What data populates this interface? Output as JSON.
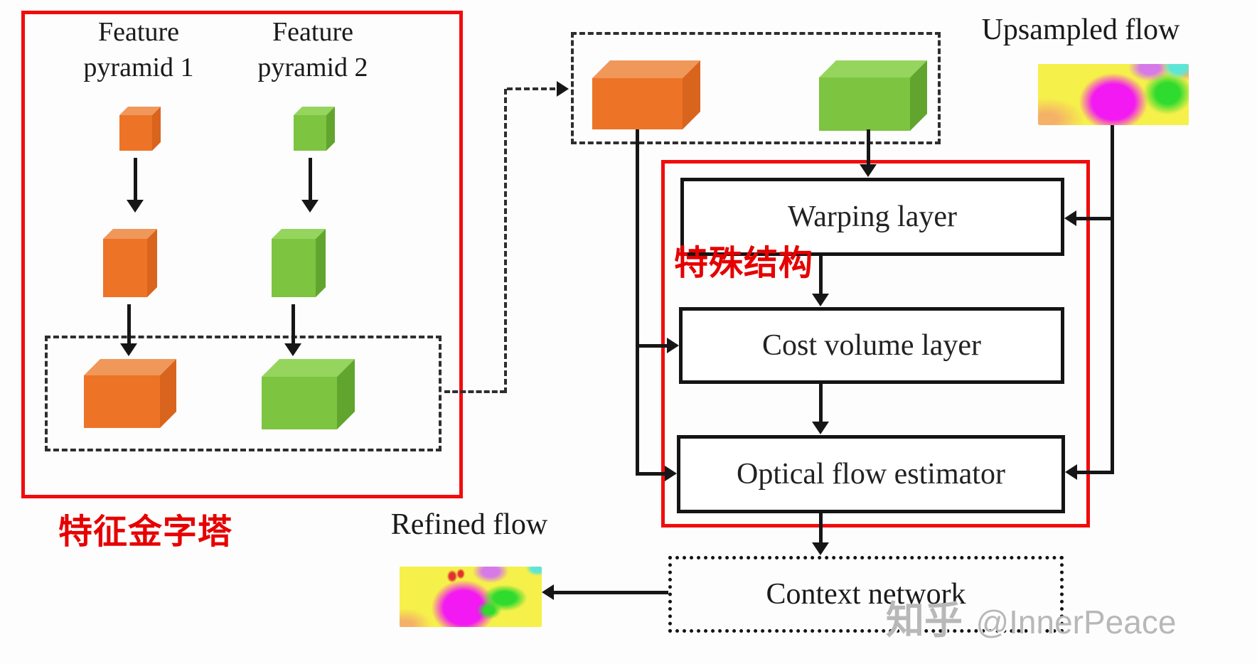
{
  "colors": {
    "red_box": "#f10c0c",
    "red_text": "#e60000",
    "line": "#161616",
    "orange_front": "#ed7327",
    "orange_top": "#f0975a",
    "orange_side": "#d9641e",
    "green_front": "#7dc440",
    "green_top": "#95d55e",
    "green_side": "#61a52f",
    "watermark": "#b8b8b8",
    "flow_yellow": "#f6f04a",
    "flow_magenta": "#f219f2",
    "flow_green": "#2edb2e",
    "flow_cyan": "#5fe5d5",
    "flow_purple": "#d67ae8",
    "flow_orange": "#f5b168",
    "flow_red": "#e23030"
  },
  "left_panel": {
    "pyramid1": {
      "line1": "Feature",
      "line2": "pyramid 1"
    },
    "pyramid2": {
      "line1": "Feature",
      "line2": "pyramid 2"
    },
    "caption": "特征金字塔"
  },
  "flow_labels": {
    "upsampled": "Upsampled flow",
    "refined": "Refined flow"
  },
  "blocks": {
    "warping": "Warping layer",
    "cost_volume": "Cost volume layer",
    "estimator": "Optical flow estimator",
    "context": "Context network"
  },
  "annotations": {
    "special_structure": "特殊结构"
  },
  "watermark": {
    "site": "知乎",
    "handle": "@InnerPeace"
  }
}
